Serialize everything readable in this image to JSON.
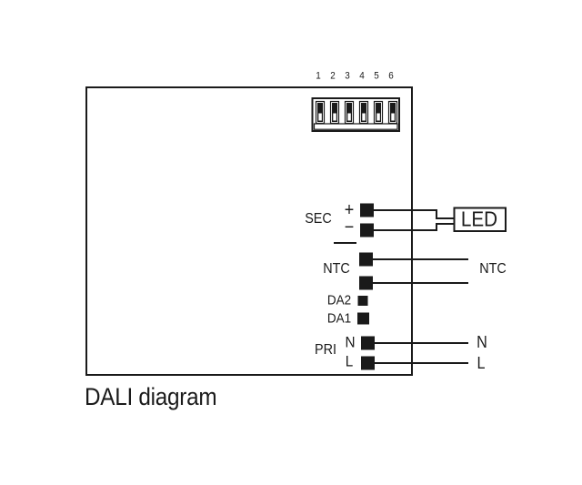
{
  "title": "DALI diagram",
  "colors": {
    "ink": "#1a1a1a",
    "background": "#ffffff"
  },
  "dip_switch": {
    "positions": [
      "1",
      "2",
      "3",
      "4",
      "5",
      "6"
    ]
  },
  "device": {
    "sec": {
      "label": "SEC",
      "plus": "+",
      "minus": "−"
    },
    "ntc": {
      "label": "NTC"
    },
    "dali": {
      "da2": "DA2",
      "da1": "DA1"
    },
    "pri": {
      "label": "PRI",
      "n": "N",
      "l": "L"
    }
  },
  "external": {
    "led": "LED",
    "ntc": "NTC",
    "n": "N",
    "l": "L"
  }
}
